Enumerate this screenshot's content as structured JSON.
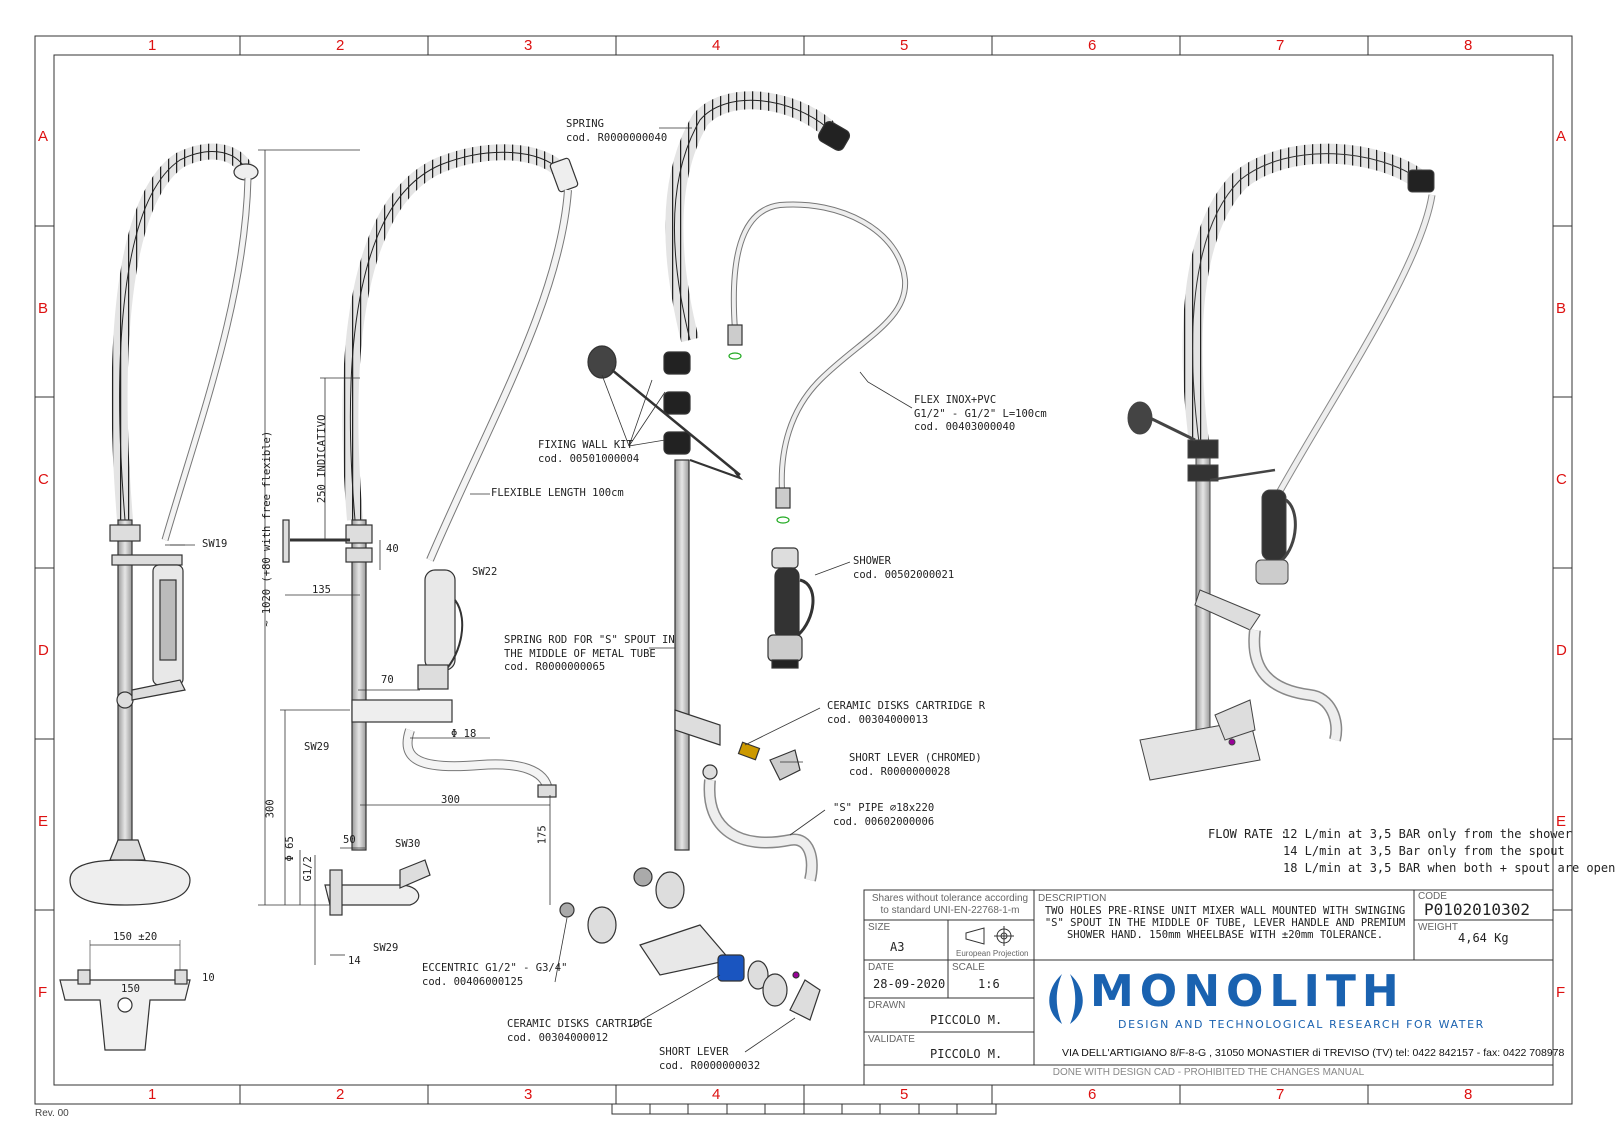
{
  "zones": {
    "columns": [
      "1",
      "2",
      "3",
      "4",
      "5",
      "6",
      "7",
      "8"
    ],
    "rows": [
      "A",
      "B",
      "C",
      "D",
      "E",
      "F"
    ]
  },
  "callouts": {
    "spring": [
      "SPRING",
      "cod. R0000000040"
    ],
    "flex": [
      "FLEX INOX+PVC",
      "G1/2\" - G1/2\" L=100cm",
      "cod. 00403000040"
    ],
    "fixing": [
      "FIXING WALL KIT",
      "cod. 00501000004"
    ],
    "flexible_length": "FLEXIBLE LENGTH 100cm",
    "shower": [
      "SHOWER",
      "cod. 00502000021"
    ],
    "spring_rod": [
      "SPRING ROD FOR \"S\" SPOUT IN",
      "THE MIDDLE OF METAL TUBE",
      "cod. R0000000065"
    ],
    "ceramic_r": [
      "CERAMIC DISKS CARTRIDGE R",
      "cod. 00304000013"
    ],
    "short_lever_chromed": [
      "SHORT LEVER (CHROMED)",
      "cod. R0000000028"
    ],
    "s_pipe": [
      "\"S\" PIPE ⌀18x220",
      "cod. 00602000006"
    ],
    "eccentric": [
      "ECCENTRIC G1/2\" - G3/4\"",
      "cod. 00406000125"
    ],
    "ceramic": [
      "CERAMIC DISKS CARTRIDGE",
      "cod. 00304000012"
    ],
    "short_lever": [
      "SHORT LEVER",
      "cod. R0000000032"
    ]
  },
  "dimensions": {
    "sw19": "SW19",
    "sw22": "SW22",
    "sw29a": "SW29",
    "sw29b": "SW29",
    "sw30": "SW30",
    "total_height": "~ 1020 (+80 with free flexible)",
    "indicative": "250 INDICATIVO",
    "d135": "135",
    "d40": "40",
    "d70": "70",
    "d18": "Φ 18",
    "d300h": "300",
    "d300v": "300",
    "d175": "175",
    "d50": "50",
    "d65": "Φ 65",
    "g12": "G1/2",
    "d14": "14",
    "wheelbase": "150 ±20",
    "d150": "150",
    "d10": "10"
  },
  "flow_rate": {
    "label": "FLOW RATE :",
    "lines": [
      "12 L/min at 3,5 BAR only from the shower",
      "14 L/min at 3,5 Bar only from the spout",
      "18 L/min at 3,5 BAR when both + spout are open"
    ]
  },
  "title_block": {
    "tolerance_note": [
      "Shares without tolerance according",
      "to standard  UNI-EN-22768-1-m"
    ],
    "description_label": "DESCRIPTION",
    "description": "TWO HOLES PRE-RINSE UNIT MIXER WALL MOUNTED WITH SWINGING \"S\" SPOUT IN THE MIDDLE OF TUBE, LEVER HANDLE AND PREMIUM SHOWER HAND. 150mm WHEELBASE WITH ±20mm TOLERANCE.",
    "code_label": "CODE",
    "code": "P0102010302",
    "weight_label": "WEIGHT",
    "weight": "4,64 Kg",
    "size_label": "SIZE",
    "size": "A3",
    "projection": "European Projection",
    "date_label": "DATE",
    "date": "28-09-2020",
    "scale_label": "SCALE",
    "scale": "1:6",
    "drawn_label": "DRAWN",
    "drawn": "PICCOLO M.",
    "validate_label": "VALIDATE",
    "validate": "PICCOLO M.",
    "company": "MONOLITH",
    "tagline": "DESIGN AND TECHNOLOGICAL RESEARCH FOR WATER",
    "address": "VIA DELL'ARTIGIANO 8/F-8-G , 31050 MONASTIER di TREVISO (TV) tel: 0422 842157 - fax: 0422 708978",
    "footer": "DONE WITH DESIGN CAD - PROHIBITED THE CHANGES MANUAL"
  },
  "revision": "Rev. 00",
  "colors": {
    "zone_labels": "#dd1111",
    "brand": "#1a62b0",
    "line": "#333333",
    "cartridge": "#1a55c0"
  }
}
